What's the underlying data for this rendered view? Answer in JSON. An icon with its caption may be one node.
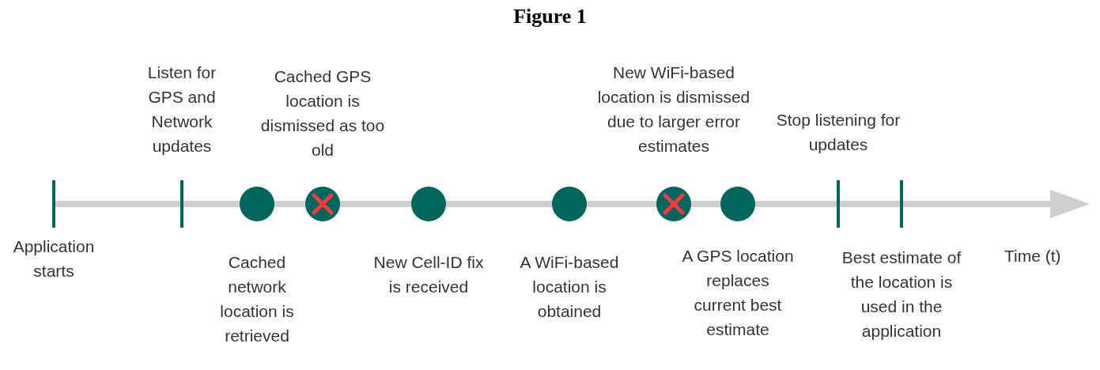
{
  "diagram": {
    "title": "Figure 1",
    "nodes": [
      {
        "text": [],
        "shape": "bar",
        "beside": [
          "Application starts"
        ]
      },
      {
        "text": [],
        "shape": "bar",
        "beside": [
          "Listen for GPS and Network updates"
        ]
      },
      {
        "text": [],
        "shape": "circle",
        "beside": [
          "Cached network location is retrieved"
        ]
      },
      {
        "text": [],
        "shape": "crossed-circle",
        "beside": [
          "Cached GPS location is dismissed as too old"
        ]
      },
      {
        "text": [],
        "shape": "circle",
        "beside": [
          "New Cell-ID fix is received"
        ]
      },
      {
        "text": [],
        "shape": "circle",
        "beside": [
          "A WiFi-based location is obtained"
        ]
      },
      {
        "text": [],
        "shape": "crossed-circle",
        "beside": [
          "New WiFi-based location is dismissed due to larger error estimates"
        ]
      },
      {
        "text": [],
        "shape": "circle",
        "beside": [
          "A GPS location replaces current best estimate"
        ]
      },
      {
        "text": [],
        "shape": "bar",
        "beside": [
          "Stop listening for updates"
        ]
      },
      {
        "text": [],
        "shape": "bar",
        "beside": [
          "Best estimate of the location is used in the application"
        ]
      }
    ],
    "edges": [],
    "labels": [
      "Time (t)"
    ]
  }
}
